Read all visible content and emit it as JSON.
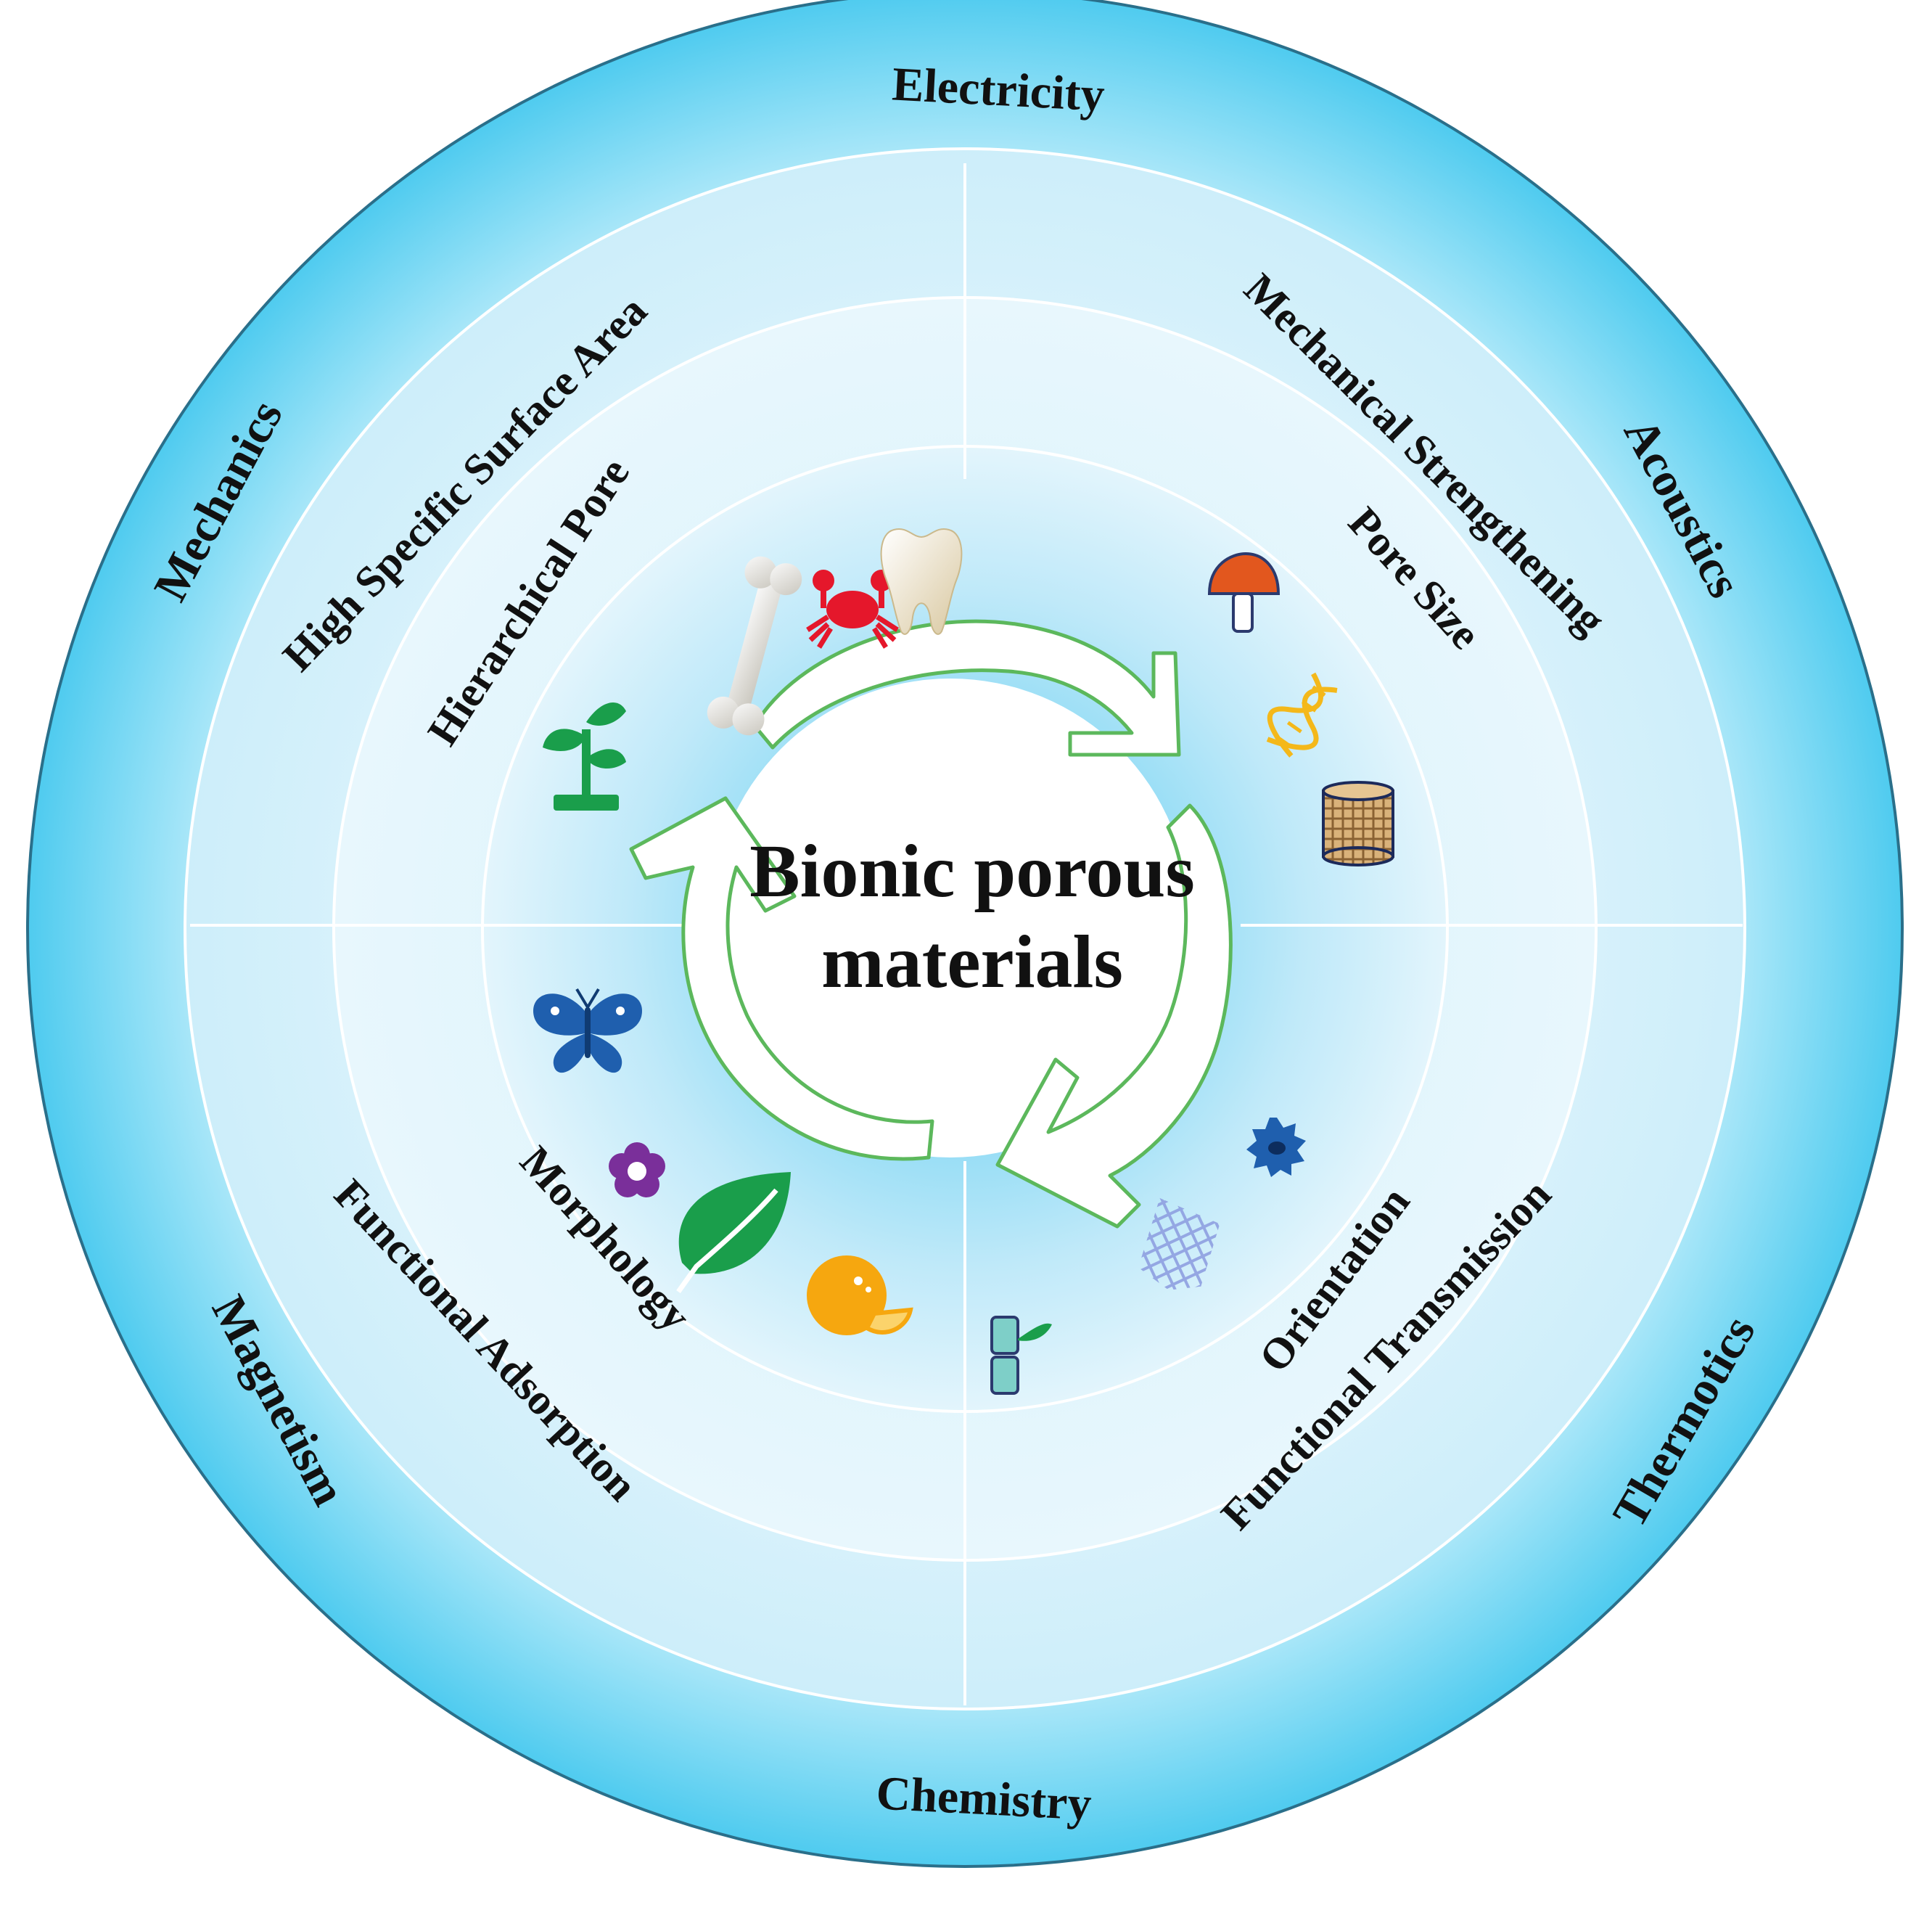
{
  "center": {
    "line1": "Bionic porous",
    "line2": "materials"
  },
  "outer_ring": {
    "top": "Electricity",
    "upper_right": "Acoustics",
    "lower_right": "Thermotics",
    "bottom": "Chemistry",
    "lower_left": "Magnetism",
    "upper_left": "Mechanics"
  },
  "middle_ring": {
    "upper_left": "High Specific Surface Area",
    "upper_right": "Mechanical Strengthening",
    "lower_right": "Functional Transmission",
    "lower_left": "Functional Adsorption"
  },
  "inner_ring": {
    "upper_left": "Hierarchical Pore",
    "upper_right": "Pore Size",
    "lower_right": "Orientation",
    "lower_left": "Morphology"
  },
  "icons": [
    "bone-icon",
    "crab-icon",
    "tooth-icon",
    "plant-sprout-icon",
    "mushroom-icon",
    "dna-icon",
    "woven-cylinder-icon",
    "butterfly-icon",
    "flower-icon",
    "leaf-icon",
    "orange-icon",
    "bamboo-icon",
    "mesh-icon",
    "pollen-icon"
  ],
  "colors": {
    "outer_ring": "#5fd2f2",
    "middle_ring": "#cdeefa",
    "inner_ring": "#e6f6fd",
    "core_glow": "#8fdcf5",
    "arrow_outline": "#5cb85c",
    "center_fill": "#ffffff"
  }
}
